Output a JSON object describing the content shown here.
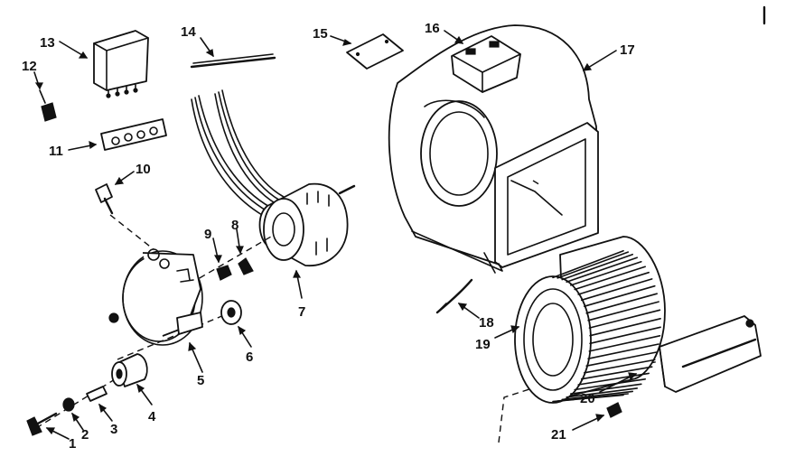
{
  "callouts": [
    {
      "id": "1",
      "label": "1"
    },
    {
      "id": "2",
      "label": "2"
    },
    {
      "id": "3",
      "label": "3"
    },
    {
      "id": "4",
      "label": "4"
    },
    {
      "id": "5",
      "label": "5"
    },
    {
      "id": "6",
      "label": "6"
    },
    {
      "id": "7",
      "label": "7"
    },
    {
      "id": "8",
      "label": "8"
    },
    {
      "id": "9",
      "label": "9"
    },
    {
      "id": "10",
      "label": "10"
    },
    {
      "id": "11",
      "label": "11"
    },
    {
      "id": "12",
      "label": "12"
    },
    {
      "id": "13",
      "label": "13"
    },
    {
      "id": "14",
      "label": "14"
    },
    {
      "id": "15",
      "label": "15"
    },
    {
      "id": "16",
      "label": "16"
    },
    {
      "id": "17",
      "label": "17"
    },
    {
      "id": "18",
      "label": "18"
    },
    {
      "id": "19",
      "label": "19"
    },
    {
      "id": "20",
      "label": "20"
    },
    {
      "id": "21",
      "label": "21"
    }
  ],
  "colors": {
    "ink": "#111111",
    "paper": "#ffffff"
  }
}
